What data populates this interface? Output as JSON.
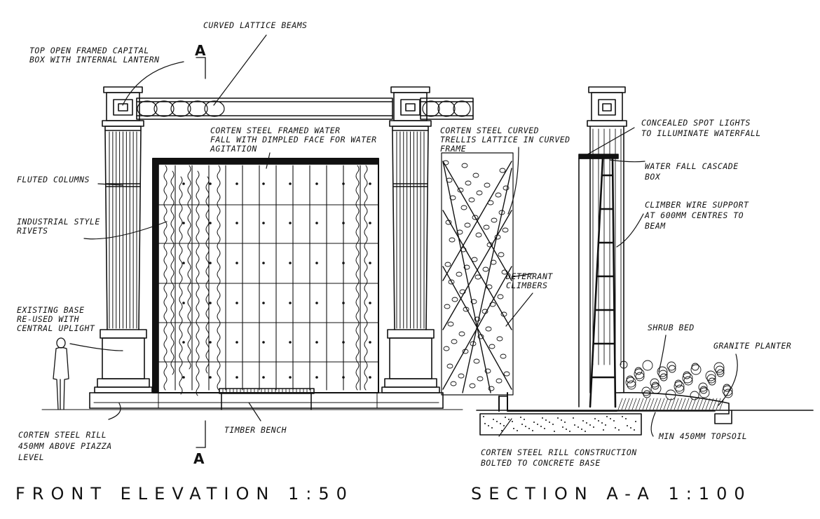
{
  "labels": {
    "curved_lattice_beams": "CURVED LATTICE BEAMS",
    "top_capital": [
      "TOP OPEN FRAMED CAPITAL",
      "BOX WITH INTERNAL LANTERN"
    ],
    "fluted_columns": "FLUTED COLUMNS",
    "rivets": [
      "INDUSTRIAL STYLE",
      "RIVETS"
    ],
    "existing_base": [
      "EXISTING BASE",
      "RE-USED WITH",
      "CENTRAL UPLIGHT"
    ],
    "rill_elevation": [
      "CORTEN STEEL RILL",
      "450MM ABOVE PIAZZA",
      "LEVEL"
    ],
    "water_fall": [
      "CORTEN STEEL FRAMED WATER",
      "FALL WITH DIMPLED FACE FOR WATER",
      "AGITATION"
    ],
    "trellis": [
      "CORTEN STEEL CURVED",
      "TRELLIS LATTICE IN CURVED",
      "FRAME"
    ],
    "deterrant": [
      "DETERRANT",
      "CLIMBERS"
    ],
    "timber_bench": "TIMBER BENCH",
    "spot_lights": [
      "CONCEALED SPOT LIGHTS",
      "TO ILLUMINATE WATERFALL"
    ],
    "cascade_box": [
      "WATER FALL CASCADE",
      "BOX"
    ],
    "climber_wire": [
      "CLIMBER WIRE SUPPORT",
      "AT 600MM CENTRES TO",
      "BEAM"
    ],
    "shrub_bed": "SHRUB BED",
    "granite_planter": "GRANITE PLANTER",
    "topsoil": "MIN 450MM TOPSOIL",
    "rill_construction": [
      "CORTEN STEEL RILL CONSTRUCTION",
      "BOLTED TO CONCRETE BASE"
    ],
    "section_mark_top": "A",
    "section_mark_bottom": "A"
  },
  "titles": {
    "front_elevation": "FRONT ELEVATION 1:50",
    "section": "SECTION A-A 1:100"
  }
}
